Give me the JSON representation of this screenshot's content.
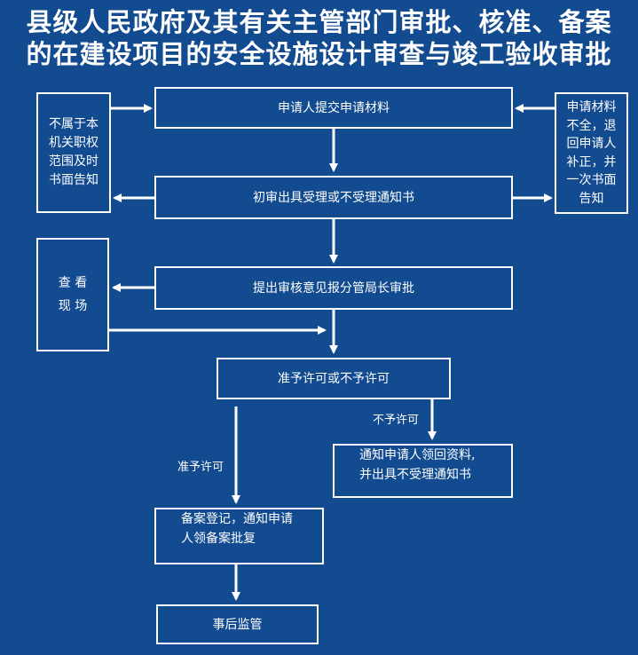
{
  "title": {
    "line1": "县级人民政府及其有关主管部门审批、核准、备案",
    "line2": "的在建设项目的安全设施设计审查与竣工验收审批"
  },
  "nodes": {
    "submit": "申请人提交申请材料",
    "notify_left": [
      "不属于本",
      "机关职权",
      "范围及时",
      "书面告知"
    ],
    "notify_right": [
      "申请材料",
      "不全，退",
      "回申请人",
      "补正，并",
      "一次书面",
      "告知"
    ],
    "accept": "初审出具受理或不受理通知书",
    "review": "提出审核意见报分管局长审批",
    "inspect": [
      "查 看",
      "现 场"
    ],
    "decision": "准予许可或不予许可",
    "reject_notice": [
      "通知申请人领回资料,",
      "并出具不受理通知书"
    ],
    "record": [
      "备案登记，通知申请",
      "人领备案批复"
    ],
    "supervise": "事后监管"
  },
  "edges": {
    "deny_label": "不予许可",
    "approve_label": "准予许可"
  }
}
